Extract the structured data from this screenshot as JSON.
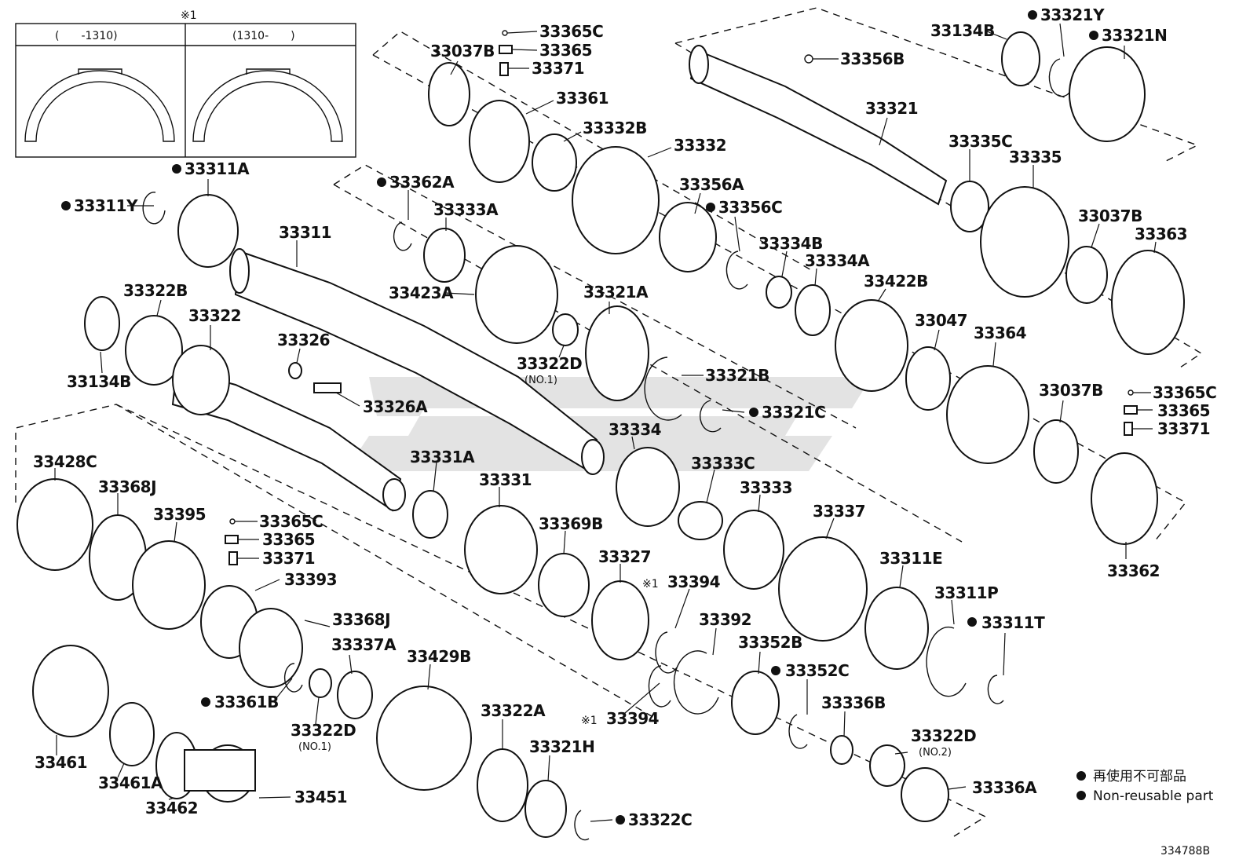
{
  "inset": {
    "marker": "※1",
    "left_label": "(　　-1310)",
    "right_label": "(1310-　　)"
  },
  "labels": [
    {
      "id": "33365C_a",
      "text": "33365C"
    },
    {
      "id": "33365_a",
      "text": "33365"
    },
    {
      "id": "33371_a",
      "text": "33371"
    },
    {
      "id": "33037B_a",
      "text": "33037B"
    },
    {
      "id": "33361",
      "text": "33361"
    },
    {
      "id": "33332B",
      "text": "33332B"
    },
    {
      "id": "33332",
      "text": "33332"
    },
    {
      "id": "33356B",
      "text": "33356B"
    },
    {
      "id": "33321",
      "text": "33321"
    },
    {
      "id": "33134B_a",
      "text": "33134B"
    },
    {
      "id": "33321Y",
      "text": "33321Y"
    },
    {
      "id": "33321N",
      "text": "33321N"
    },
    {
      "id": "33311A",
      "text": "33311A"
    },
    {
      "id": "33311Y",
      "text": "33311Y"
    },
    {
      "id": "33362A",
      "text": "33362A"
    },
    {
      "id": "33333A",
      "text": "33333A"
    },
    {
      "id": "33356A",
      "text": "33356A"
    },
    {
      "id": "33356C",
      "text": "33356C"
    },
    {
      "id": "33335C",
      "text": "33335C"
    },
    {
      "id": "33335",
      "text": "33335"
    },
    {
      "id": "33311",
      "text": "33311"
    },
    {
      "id": "33037B_b",
      "text": "33037B"
    },
    {
      "id": "33363",
      "text": "33363"
    },
    {
      "id": "33334B",
      "text": "33334B"
    },
    {
      "id": "33334A",
      "text": "33334A"
    },
    {
      "id": "33423A",
      "text": "33423A"
    },
    {
      "id": "33321A",
      "text": "33321A"
    },
    {
      "id": "33422B",
      "text": "33422B"
    },
    {
      "id": "33322B",
      "text": "33322B"
    },
    {
      "id": "33322",
      "text": "33322"
    },
    {
      "id": "33326",
      "text": "33326"
    },
    {
      "id": "33047",
      "text": "33047"
    },
    {
      "id": "33364",
      "text": "33364"
    },
    {
      "id": "33322D_a",
      "text": "33322D"
    },
    {
      "id": "33134B_b",
      "text": "33134B"
    },
    {
      "id": "33321B",
      "text": "33321B"
    },
    {
      "id": "33037B_c",
      "text": "33037B"
    },
    {
      "id": "33365C_b",
      "text": "33365C"
    },
    {
      "id": "33326A",
      "text": "33326A"
    },
    {
      "id": "33321C",
      "text": "33321C"
    },
    {
      "id": "33365_b",
      "text": "33365"
    },
    {
      "id": "33371_b",
      "text": "33371"
    },
    {
      "id": "33334",
      "text": "33334"
    },
    {
      "id": "33428C",
      "text": "33428C"
    },
    {
      "id": "33331A",
      "text": "33331A"
    },
    {
      "id": "33333C",
      "text": "33333C"
    },
    {
      "id": "33368J_a",
      "text": "33368J"
    },
    {
      "id": "33331",
      "text": "33331"
    },
    {
      "id": "33333",
      "text": "33333"
    },
    {
      "id": "33337",
      "text": "33337"
    },
    {
      "id": "33395",
      "text": "33395"
    },
    {
      "id": "33365C_c",
      "text": "33365C"
    },
    {
      "id": "33369B",
      "text": "33369B"
    },
    {
      "id": "33365_c",
      "text": "33365"
    },
    {
      "id": "33327",
      "text": "33327"
    },
    {
      "id": "33311E",
      "text": "33311E"
    },
    {
      "id": "33371_c",
      "text": "33371"
    },
    {
      "id": "33393",
      "text": "33393"
    },
    {
      "id": "33394_a",
      "text": "33394"
    },
    {
      "id": "33311P",
      "text": "33311P"
    },
    {
      "id": "33368J_b",
      "text": "33368J"
    },
    {
      "id": "33392",
      "text": "33392"
    },
    {
      "id": "33311T",
      "text": "33311T"
    },
    {
      "id": "33362",
      "text": "33362"
    },
    {
      "id": "33337A",
      "text": "33337A"
    },
    {
      "id": "33352B",
      "text": "33352B"
    },
    {
      "id": "33352C",
      "text": "33352C"
    },
    {
      "id": "33429B",
      "text": "33429B"
    },
    {
      "id": "33361B",
      "text": "33361B"
    },
    {
      "id": "33322D_b",
      "text": "33322D"
    },
    {
      "id": "33336B",
      "text": "33336B"
    },
    {
      "id": "33394_b",
      "text": "33394"
    },
    {
      "id": "33322A",
      "text": "33322A"
    },
    {
      "id": "33322D_c",
      "text": "33322D"
    },
    {
      "id": "33461",
      "text": "33461"
    },
    {
      "id": "33321H",
      "text": "33321H"
    },
    {
      "id": "33461A",
      "text": "33461A"
    },
    {
      "id": "33336A",
      "text": "33336A"
    },
    {
      "id": "33462",
      "text": "33462"
    },
    {
      "id": "33451",
      "text": "33451"
    },
    {
      "id": "33322C",
      "text": "33322C"
    }
  ],
  "sublabels": {
    "no1_a": "(NO.1)",
    "no1_b": "(NO.1)",
    "no2": "(NO.2)",
    "ref_mark_a": "※1",
    "ref_mark_b": "※1"
  },
  "legend": {
    "jp": "再使用不可部品",
    "en": "Non-reusable part"
  },
  "diagram_code": "334788B"
}
